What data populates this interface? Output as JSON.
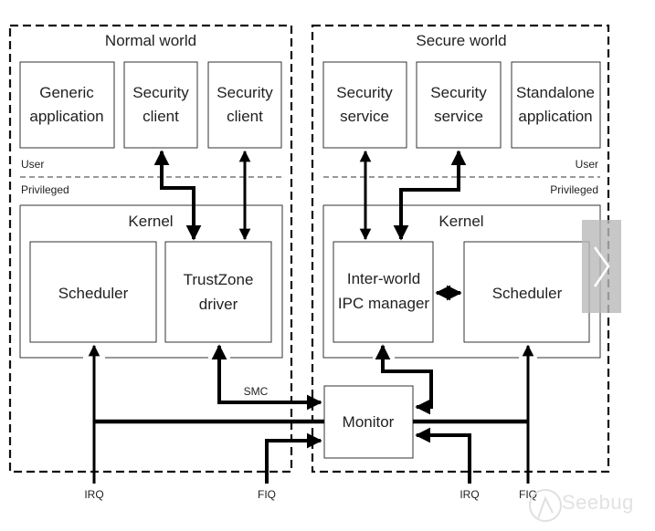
{
  "normal_world": {
    "title": "Normal world",
    "user_apps": [
      {
        "line1": "Generic",
        "line2": "application"
      },
      {
        "line1": "Security",
        "line2": "client"
      },
      {
        "line1": "Security",
        "line2": "client"
      }
    ],
    "user_label": "User",
    "privileged_label": "Privileged",
    "kernel": {
      "title": "Kernel",
      "scheduler": "Scheduler",
      "driver_line1": "TrustZone",
      "driver_line2": "driver"
    }
  },
  "secure_world": {
    "title": "Secure world",
    "user_apps": [
      {
        "line1": "Security",
        "line2": "service"
      },
      {
        "line1": "Security",
        "line2": "service"
      },
      {
        "line1": "Standalone",
        "line2": "application"
      }
    ],
    "user_label": "User",
    "privileged_label": "Privileged",
    "kernel": {
      "title": "Kernel",
      "ipc_line1": "Inter-world",
      "ipc_line2": "IPC manager",
      "scheduler": "Scheduler"
    }
  },
  "monitor": {
    "label": "Monitor",
    "smc_label": "SMC"
  },
  "interrupts": {
    "normal_irq": "IRQ",
    "normal_fiq": "FIQ",
    "secure_irq": "IRQ",
    "secure_fiq": "FIQ"
  },
  "overlay": {
    "next_icon": "chevron-right-icon"
  },
  "watermark": {
    "text": "Seebug"
  }
}
